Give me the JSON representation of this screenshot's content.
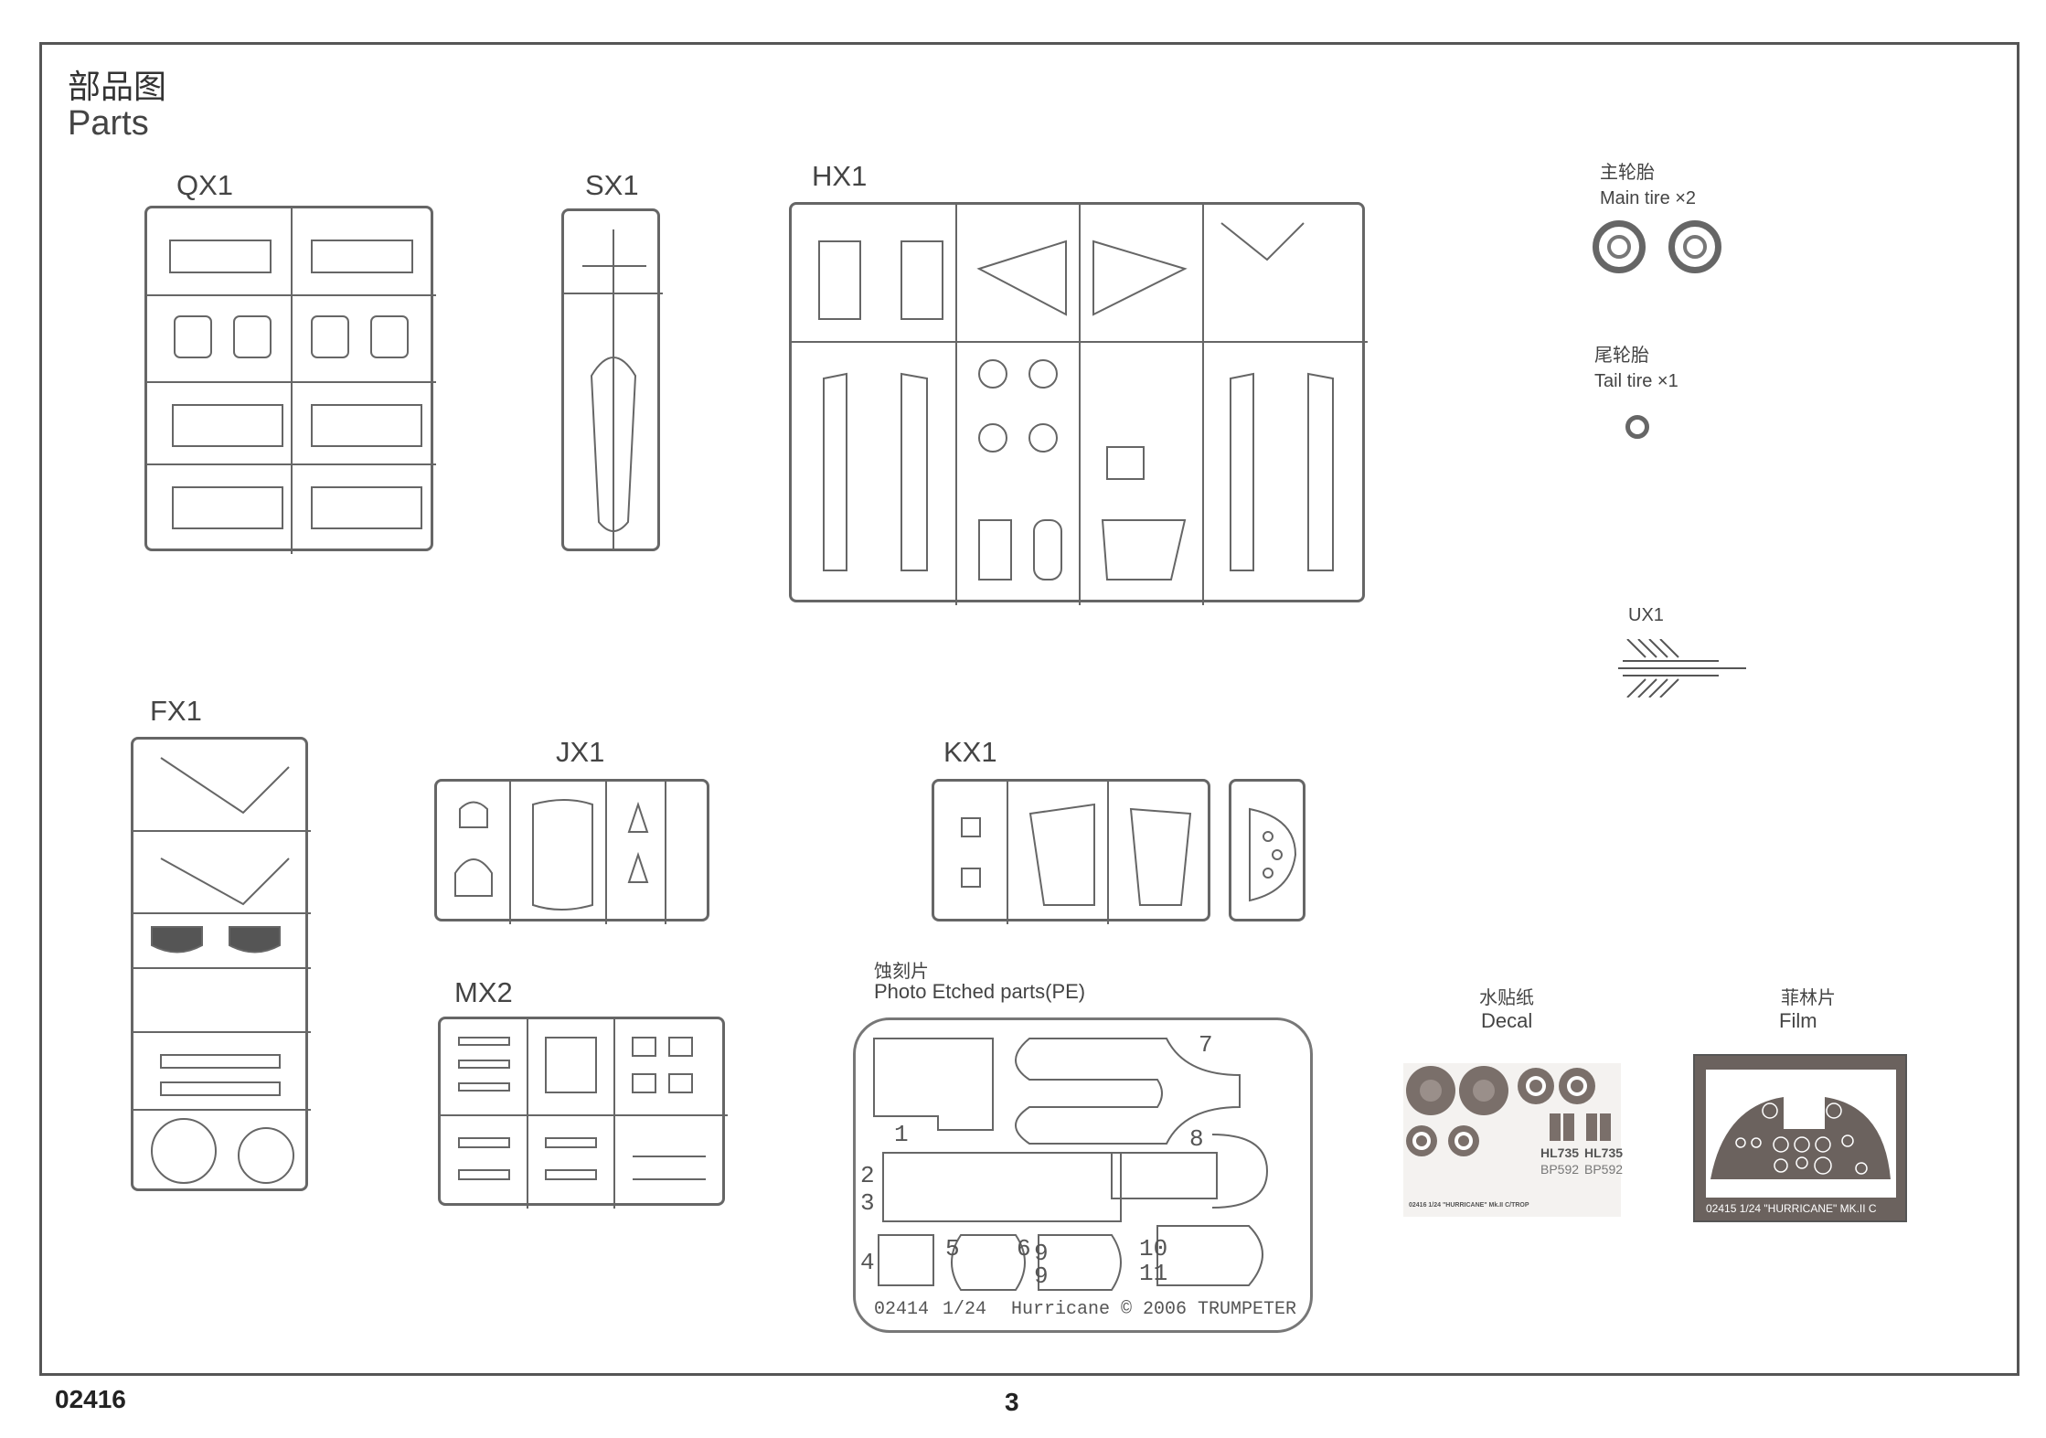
{
  "header": {
    "title_cn": "部品图",
    "title_en": "Parts"
  },
  "sprues": [
    {
      "id": "QX1"
    },
    {
      "id": "SX1"
    },
    {
      "id": "HX1"
    },
    {
      "id": "FX1"
    },
    {
      "id": "JX1"
    },
    {
      "id": "KX1"
    },
    {
      "id": "MX2"
    },
    {
      "id": "UX1"
    }
  ],
  "tires": {
    "main_cn": "主轮胎",
    "main_en": "Main tire ×2",
    "tail_cn": "尾轮胎",
    "tail_en": "Tail tire ×1"
  },
  "pe": {
    "title_cn": "蚀刻片",
    "title_en": "Photo Etched parts(PE)",
    "numbers": [
      "1",
      "2",
      "3",
      "4",
      "5",
      "6",
      "7",
      "8",
      "9",
      "9",
      "10",
      "11"
    ],
    "code": "02414",
    "scale": "1/24",
    "name": "Hurricane",
    "copyright": "© 2006 TRUMPETER"
  },
  "decal": {
    "title_cn": "水贴纸",
    "title_en": "Decal",
    "serial1": "HL735",
    "serial2": "BP592",
    "caption": "02416 1/24 \"HURRICANE\" Mk.II C/TROP"
  },
  "film": {
    "title_cn": "菲林片",
    "title_en": "Film",
    "caption": "02415 1/24 \"HURRICANE\" MK.II C"
  },
  "footer": {
    "code": "02416",
    "page": "3"
  }
}
